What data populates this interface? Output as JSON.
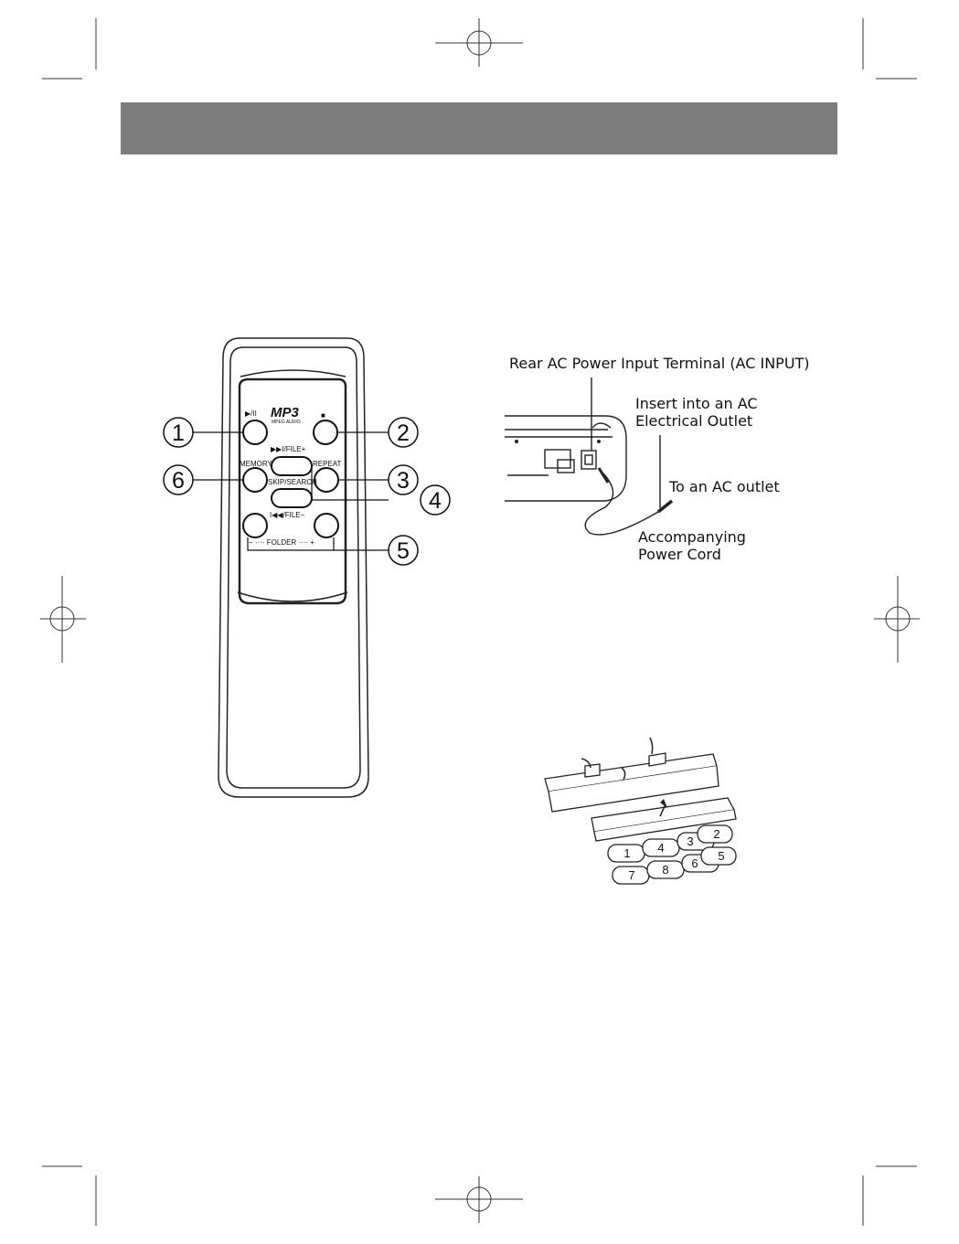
{
  "header": {
    "bar_color": "#7d7d7d"
  },
  "remote": {
    "logo": "MP3",
    "logo_sub": "MPEG AUDIO",
    "buttons": {
      "play_pause": "▶/II",
      "stop": "■",
      "next_file": "▶▶I/FILE+",
      "memory": "MEMORY",
      "skip_search": "SKIP/SEARCH",
      "repeat": "REPEAT",
      "prev_file": "I◀◀/FILE−",
      "folder": "− ···· FOLDER ···· +"
    },
    "callouts": [
      "1",
      "2",
      "3",
      "4",
      "5",
      "6"
    ]
  },
  "power": {
    "rear_terminal": "Rear AC Power Input Terminal (AC INPUT)",
    "insert_line1": "Insert into an AC",
    "insert_line2": "Electrical Outlet",
    "to_outlet": "To an AC outlet",
    "cord_line1": "Accompanying",
    "cord_line2": "Power Cord"
  },
  "batteries": {
    "row1": [
      "1",
      "4",
      "3",
      "2"
    ],
    "row2": [
      "7",
      "8",
      "6",
      "5"
    ]
  }
}
